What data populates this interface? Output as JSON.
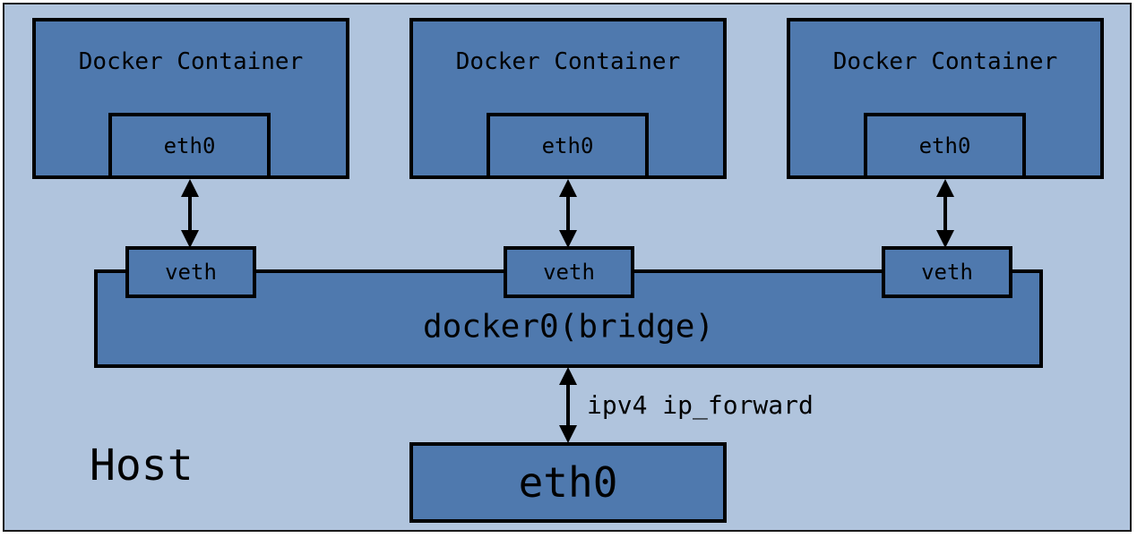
{
  "diagram": {
    "host_label": "Host",
    "containers": [
      {
        "label": "Docker Container",
        "eth": "eth0",
        "veth": "veth"
      },
      {
        "label": "Docker Container",
        "eth": "eth0",
        "veth": "veth"
      },
      {
        "label": "Docker Container",
        "eth": "eth0",
        "veth": "veth"
      }
    ],
    "bridge_label": "docker0(bridge)",
    "forward_label": "ipv4 ip_forward",
    "host_eth_label": "eth0",
    "colors": {
      "host_fill": "#b0c4dd",
      "box_fill": "#4f79ae",
      "stroke": "#000000"
    }
  }
}
